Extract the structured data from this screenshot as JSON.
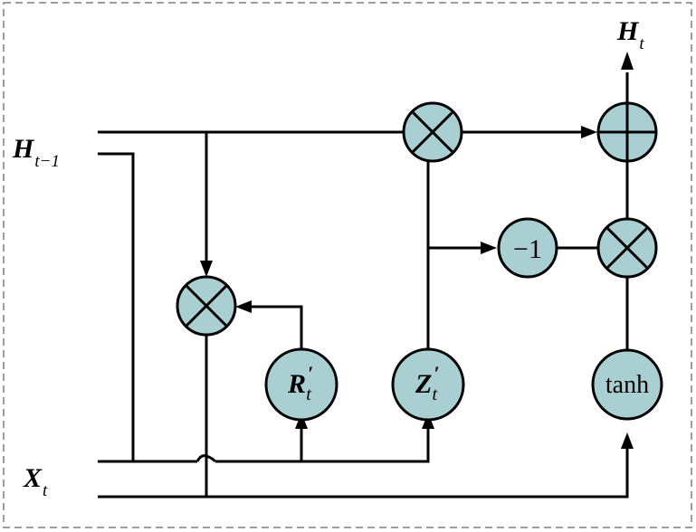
{
  "inputs": {
    "h_prev": {
      "symbol": "H",
      "subscript": "t−1"
    },
    "x": {
      "symbol": "X",
      "subscript": "t"
    }
  },
  "output": {
    "symbol": "H",
    "subscript": "t"
  },
  "nodes": {
    "reset_gate": {
      "symbol": "R",
      "prime": "′",
      "subscript": "t"
    },
    "update_gate": {
      "symbol": "Z",
      "prime": "′",
      "subscript": "t"
    },
    "minus_one": {
      "label": "−1"
    },
    "tanh": {
      "label": "tanh"
    }
  },
  "colors": {
    "node_fill": "#a9cfd3",
    "stroke": "#000000",
    "frame": "#7f7f7f"
  }
}
